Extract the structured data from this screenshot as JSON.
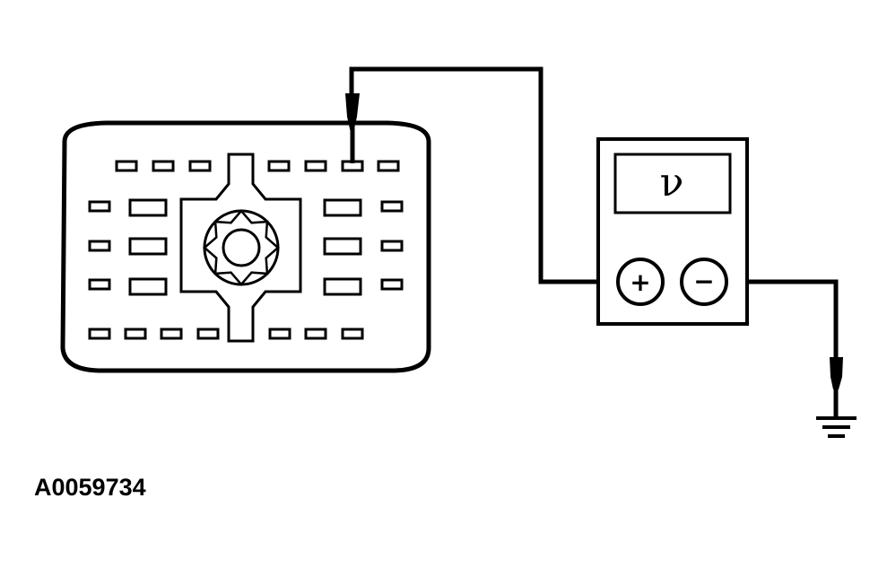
{
  "diagram": {
    "reference_id": "A0059734",
    "meter": {
      "display_symbol": "ν",
      "positive_terminal": "+",
      "negative_terminal": "−"
    },
    "components": {
      "connector": "connector-face",
      "meter": "voltmeter",
      "ground": "ground-icon"
    },
    "colors": {
      "stroke": "#000000",
      "background": "#ffffff"
    }
  }
}
